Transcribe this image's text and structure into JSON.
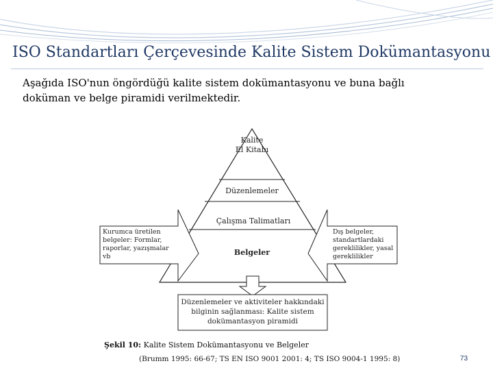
{
  "slide": {
    "title": "ISO Standartları Çerçevesinde Kalite Sistem Dokümantasyonu",
    "body_line1": "Aşağıda ISO'nun öngördüğü kalite sistem dokümantasyonu ve buna bağlı",
    "body_line2": "doküman ve belge piramidi verilmektedir.",
    "page_number": "73"
  },
  "diagram": {
    "level1_line1": "Kalite",
    "level1_line2": "El Kitabı",
    "level2": "Düzenlemeler",
    "level3": "Çalışma Talimatları",
    "level4": "Belgeler",
    "left_box": [
      "Kurumca üretilen",
      "belgeler: Formlar,",
      "raporlar, yazışmalar",
      "vb"
    ],
    "right_box": [
      "Dış belgeler,",
      "standartlardaki",
      "gereklilikler, yasal",
      "gereklilikler"
    ],
    "bottom_box": [
      "Düzenlemeler ve aktiviteler hakkındaki",
      "bilginin sağlanması: Kalite sistem",
      "dokümantasyon piramidi"
    ],
    "caption_bold": "Şekil 10:",
    "caption_text": "Kalite Sistem Dokümantasyonu ve Belgeler",
    "source": "(Brumm 1995: 66-67; TS EN ISO 9001 2001: 4; TS ISO 9004-1 1995: 8)"
  },
  "colors": {
    "title": "#1f3864",
    "swoosh": "#b7c9de"
  }
}
